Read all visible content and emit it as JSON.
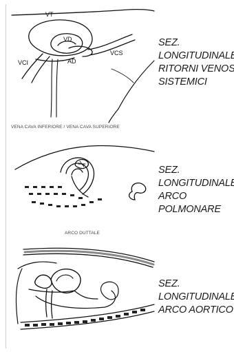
{
  "panel1": {
    "labels": {
      "vt": "VT",
      "vd": "VD",
      "ad": "AD",
      "vci": "VCI",
      "vcs": "VCS"
    },
    "subtitle": "VENA CAVA INFERIORE / VENA CAVA SUPERIORE",
    "caption": [
      "SEZ.",
      "LONGITUDINALE",
      "RITORNI VENOSI",
      "SISTEMICI"
    ]
  },
  "panel2": {
    "subtitle": "ARCO DUTTALE",
    "caption": [
      "SEZ.",
      "LONGITUDINALE",
      "ARCO",
      "POLMONARE"
    ]
  },
  "panel3": {
    "caption": [
      "SEZ.",
      "LONGITUDINALE",
      "ARCO AORTICO"
    ]
  }
}
